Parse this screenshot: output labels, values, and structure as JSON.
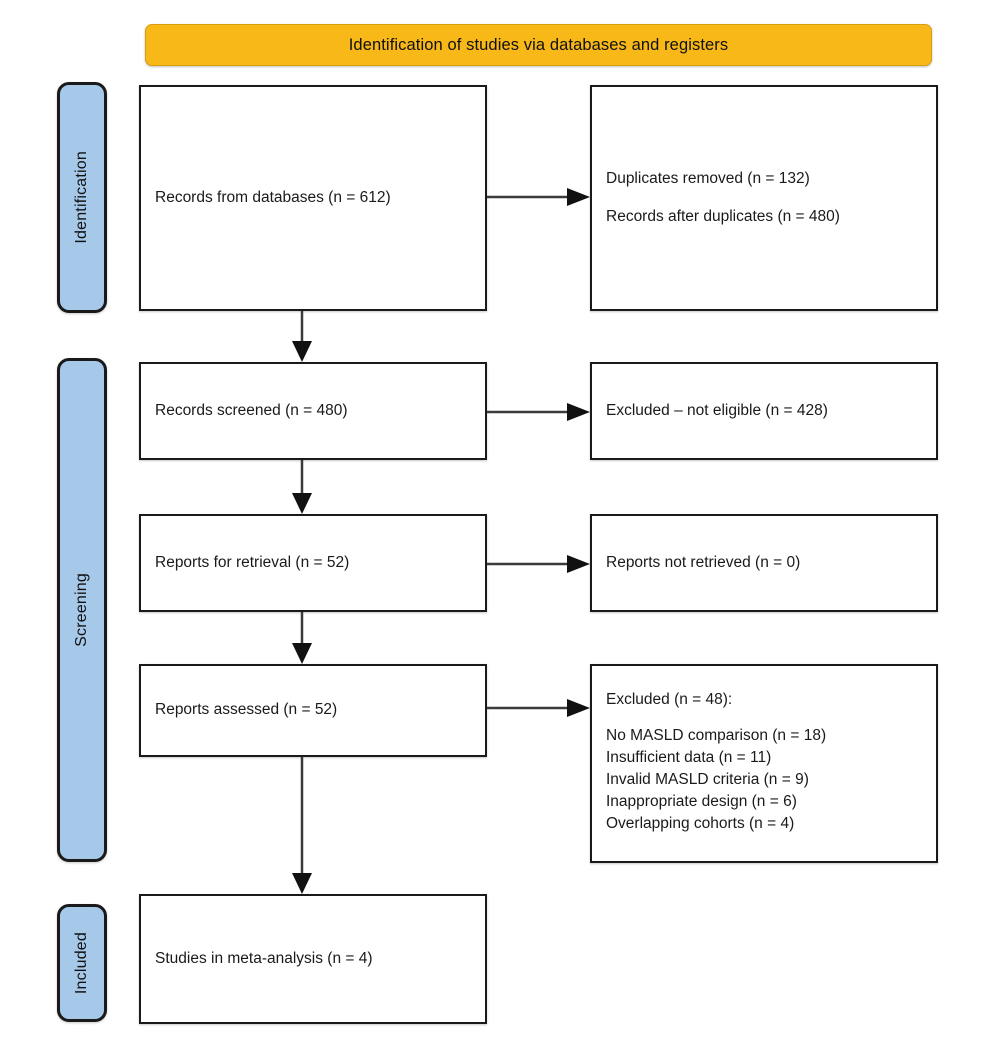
{
  "header": {
    "title": "Identification of studies via databases and registers",
    "color": "#F7B818"
  },
  "stages": [
    {
      "name": "identification",
      "label": "Identification",
      "color": "#A6C9EA"
    },
    {
      "name": "screening",
      "label": "Screening",
      "color": "#A6C9EA"
    },
    {
      "name": "included",
      "label": "Included",
      "color": "#A6C9EA"
    }
  ],
  "boxes": {
    "records_from_databases": {
      "lines": [
        "Records from databases (n = 612)"
      ]
    },
    "duplicates": {
      "line1": "Duplicates removed (n = 132)",
      "line2": "Records after duplicates (n = 480)"
    },
    "records_screened": {
      "lines": [
        "Records screened (n = 480)"
      ]
    },
    "excluded_not_eligible": {
      "lines": [
        "Excluded – not eligible (n = 428)"
      ]
    },
    "reports_for_retrieval": {
      "lines": [
        "Reports for retrieval (n = 52)"
      ]
    },
    "reports_not_retrieved": {
      "lines": [
        "Reports not retrieved (n = 0)"
      ]
    },
    "reports_assessed": {
      "lines": [
        "Reports assessed (n = 52)"
      ]
    },
    "excluded_reasons": {
      "heading": "Excluded (n = 48):",
      "reasons": [
        "No MASLD comparison (n = 18)",
        "Insufficient data (n = 11)",
        "Invalid MASLD criteria (n = 9)",
        "Inappropriate design (n = 6)",
        "Overlapping cohorts (n = 4)"
      ]
    },
    "studies_in_meta_analysis": {
      "lines": [
        "Studies in meta-analysis (n = 4)"
      ]
    }
  },
  "flow_data": {
    "type": "prisma-flow",
    "identified": 612,
    "duplicates_removed": 132,
    "after_duplicates": 480,
    "screened": 480,
    "excluded_not_eligible": 428,
    "sought_for_retrieval": 52,
    "not_retrieved": 0,
    "assessed_for_eligibility": 52,
    "excluded_total": 48,
    "included_studies": 4
  }
}
